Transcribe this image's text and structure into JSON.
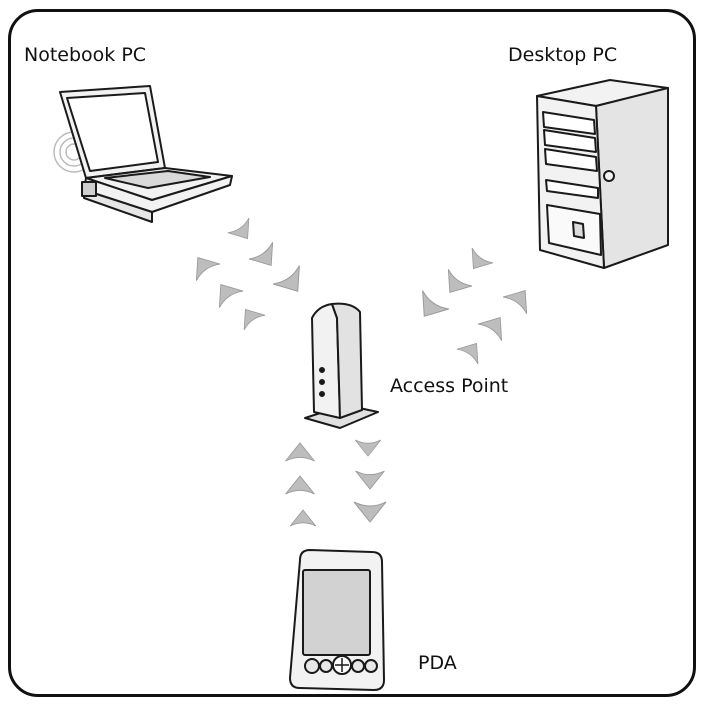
{
  "labels": {
    "notebook": "Notebook PC",
    "desktop": "Desktop PC",
    "access_point": "Access Point",
    "pda": "PDA"
  },
  "colors": {
    "outline": "#1a1a1a",
    "wave": "#bdbdbd",
    "screen": "#d2d2d2",
    "body": "#f2f2f2"
  }
}
